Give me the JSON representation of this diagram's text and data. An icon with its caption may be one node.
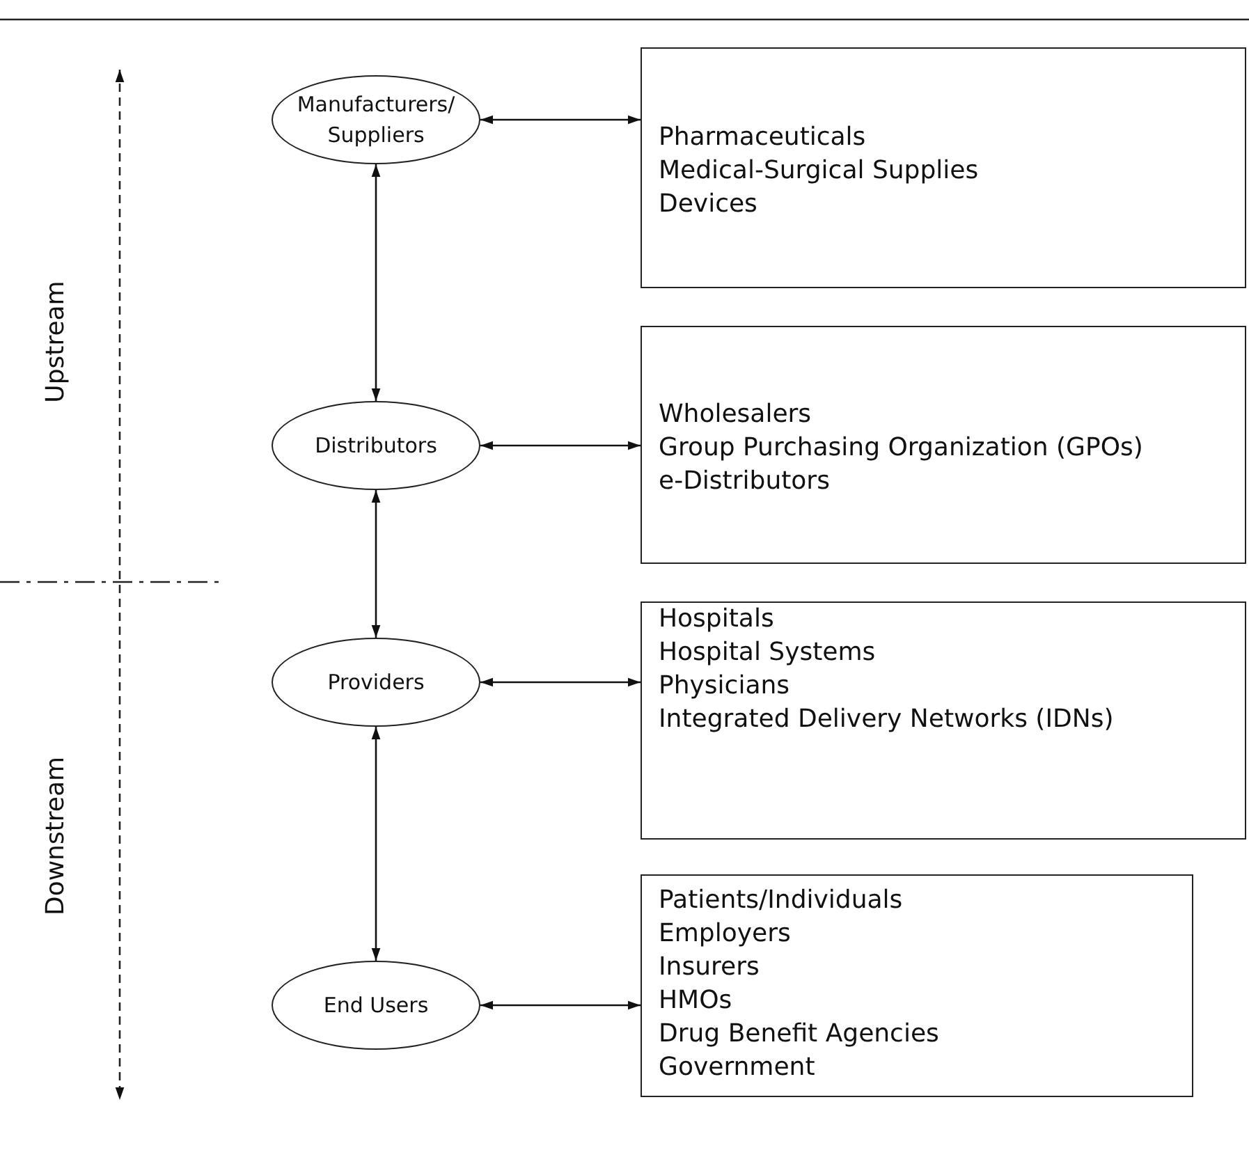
{
  "diagram": {
    "nodes": [
      {
        "text": [
          "Manufacturers/ Suppliers"
        ]
      },
      {
        "text": [
          "Pharmaceuticals",
          "Medical-Surgical Supplies",
          "Devices"
        ]
      },
      {
        "text": [
          "Distributors"
        ]
      },
      {
        "text": [
          "Wholesalers",
          "Group Purchasing Organization (GPOs)",
          "e-Distributors"
        ]
      },
      {
        "text": [
          "Providers"
        ]
      },
      {
        "text": [
          "Hospitals",
          "Hospital Systems",
          "Physicians",
          "Integrated Delivery Networks (IDNs)"
        ]
      },
      {
        "text": [
          "End Users"
        ]
      },
      {
        "text": [
          "Patients/Individuals",
          "Employers",
          "Insurers",
          "HMOs",
          "Drug Benefit Agencies",
          "Government"
        ]
      }
    ],
    "edges": [
      {
        "from": 0,
        "to": 1,
        "arrow": "both"
      },
      {
        "from": 0,
        "to": 2,
        "arrow": "both"
      },
      {
        "from": 2,
        "to": 3,
        "arrow": "both"
      },
      {
        "from": 2,
        "to": 4,
        "arrow": "both"
      },
      {
        "from": 4,
        "to": 5,
        "arrow": "both"
      },
      {
        "from": 4,
        "to": 6,
        "arrow": "both"
      },
      {
        "from": 6,
        "to": 7,
        "arrow": "both"
      }
    ],
    "labels": [
      "Upstream",
      "Downstream"
    ]
  }
}
